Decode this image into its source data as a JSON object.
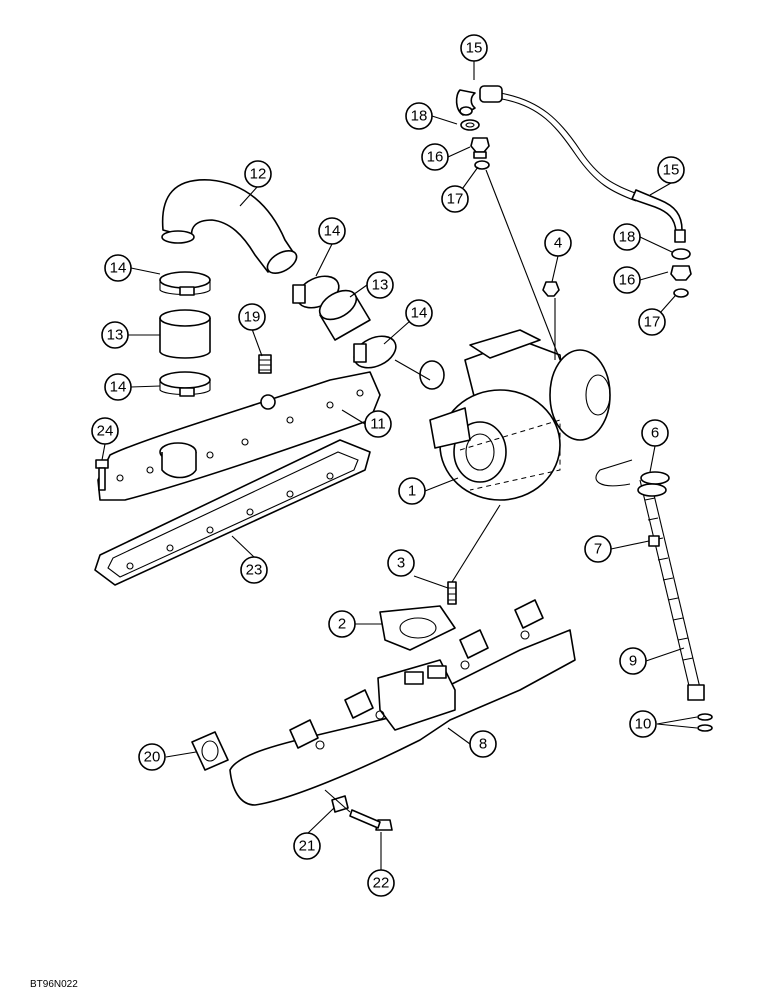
{
  "figure": {
    "code": "BT96N022"
  },
  "callouts": [
    {
      "id": "c15a",
      "label": "15"
    },
    {
      "id": "c18a",
      "label": "18"
    },
    {
      "id": "c16a",
      "label": "16"
    },
    {
      "id": "c17a",
      "label": "17"
    },
    {
      "id": "c15b",
      "label": "15"
    },
    {
      "id": "c18b",
      "label": "18"
    },
    {
      "id": "c16b",
      "label": "16"
    },
    {
      "id": "c17b",
      "label": "17"
    },
    {
      "id": "c12",
      "label": "12"
    },
    {
      "id": "c14a",
      "label": "14"
    },
    {
      "id": "c14b",
      "label": "14"
    },
    {
      "id": "c14c",
      "label": "14"
    },
    {
      "id": "c14d",
      "label": "14"
    },
    {
      "id": "c13a",
      "label": "13"
    },
    {
      "id": "c13b",
      "label": "13"
    },
    {
      "id": "c19",
      "label": "19"
    },
    {
      "id": "c4",
      "label": "4"
    },
    {
      "id": "c11",
      "label": "11"
    },
    {
      "id": "c24",
      "label": "24"
    },
    {
      "id": "c1",
      "label": "1"
    },
    {
      "id": "c6",
      "label": "6"
    },
    {
      "id": "c7",
      "label": "7"
    },
    {
      "id": "c23",
      "label": "23"
    },
    {
      "id": "c3",
      "label": "3"
    },
    {
      "id": "c2",
      "label": "2"
    },
    {
      "id": "c9",
      "label": "9"
    },
    {
      "id": "c10",
      "label": "10"
    },
    {
      "id": "c8",
      "label": "8"
    },
    {
      "id": "c20",
      "label": "20"
    },
    {
      "id": "c21",
      "label": "21"
    },
    {
      "id": "c22",
      "label": "22"
    }
  ]
}
